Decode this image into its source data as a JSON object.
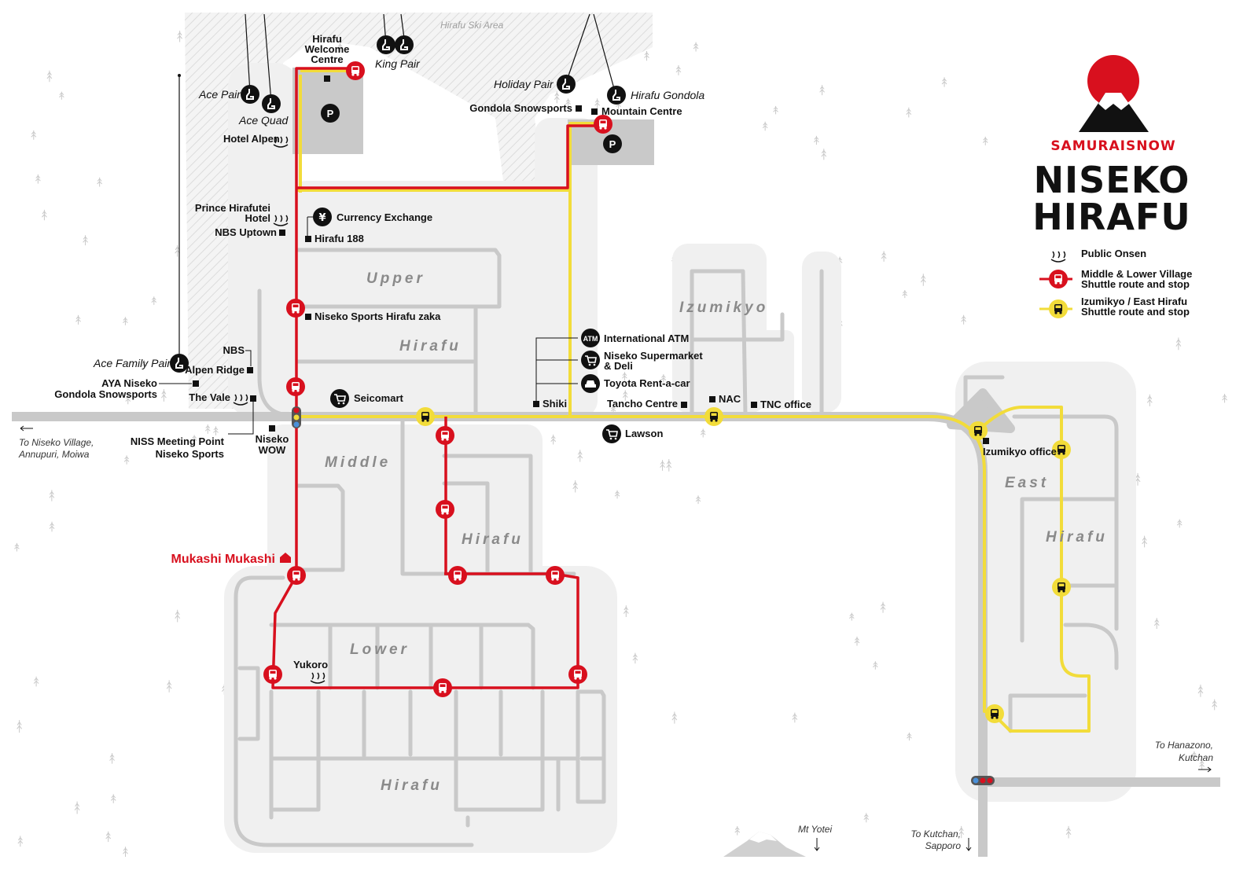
{
  "brand": {
    "name": "SAMURAISNOW",
    "title_line1": "NISEKO",
    "title_line2": "HIRAFU",
    "red": "#d8101e",
    "yellow": "#f2dc3a"
  },
  "legend": {
    "onsen": "Public Onsen",
    "red_line1": "Middle & Lower Village",
    "red_line2": "Shuttle route and stop",
    "yellow_line1": "Izumikyo / East Hirafu",
    "yellow_line2": "Shuttle route and stop"
  },
  "areas": {
    "ski_area": "Hirafu Ski Area",
    "upper": "Upper",
    "upper_hirafu": "Hirafu",
    "izumikyo": "Izumikyo",
    "middle": "Middle",
    "middle_hirafu": "Hirafu",
    "lower": "Lower",
    "lower_hirafu": "Hirafu",
    "east": "East",
    "east_hirafu": "Hirafu"
  },
  "lifts": {
    "king_pair": "King Pair",
    "ace_pair": "Ace Pair",
    "ace_quad": "Ace Quad",
    "holiday_pair": "Holiday Pair",
    "hirafu_gondola": "Hirafu Gondola",
    "ace_family_pair": "Ace Family Pair"
  },
  "places": {
    "welcome1": "Hirafu",
    "welcome2": "Welcome",
    "welcome3": "Centre",
    "hotel_alpen": "Hotel Alpen",
    "gondola_snowsports": "Gondola Snowsports",
    "mountain_centre": "Mountain Centre",
    "prince1": "Prince Hirafutei",
    "prince2": "Hotel",
    "nbs_uptown": "NBS Uptown",
    "currency_exchange": "Currency Exchange",
    "hirafu188": "Hirafu 188",
    "niseko_sports": "Niseko Sports Hirafu zaka",
    "nbs": "NBS",
    "alpen_ridge": "Alpen Ridge",
    "aya1": "AYA Niseko",
    "aya2": "Gondola Snowsports",
    "the_vale": "The Vale",
    "seicomart": "Seicomart",
    "intl_atm": "International ATM",
    "atm_icon_text": "ATM",
    "supermarket1": "Niseko Supermarket",
    "supermarket2": "& Deli",
    "toyota": "Toyota Rent-a-car",
    "shiki": "Shiki",
    "tancho": "Tancho Centre",
    "nac": "NAC",
    "tnc": "TNC office",
    "lawson": "Lawson",
    "izumikyo_office": "Izumikyo office",
    "niss1": "NISS Meeting Point",
    "niss2": "Niseko Sports",
    "wow1": "Niseko",
    "wow2": "WOW",
    "mukashi": "Mukashi Mukashi",
    "yukoro": "Yukoro",
    "parking": "P",
    "yen": "¥"
  },
  "directions": {
    "west1": "To Niseko Village,",
    "west2": "Annupuri, Moiwa",
    "yotei": "Mt Yotei",
    "kutchan1": "To Kutchan,",
    "kutchan2": "Sapporo",
    "hanazono1": "To Hanazono,",
    "hanazono2": "Kutchan"
  }
}
